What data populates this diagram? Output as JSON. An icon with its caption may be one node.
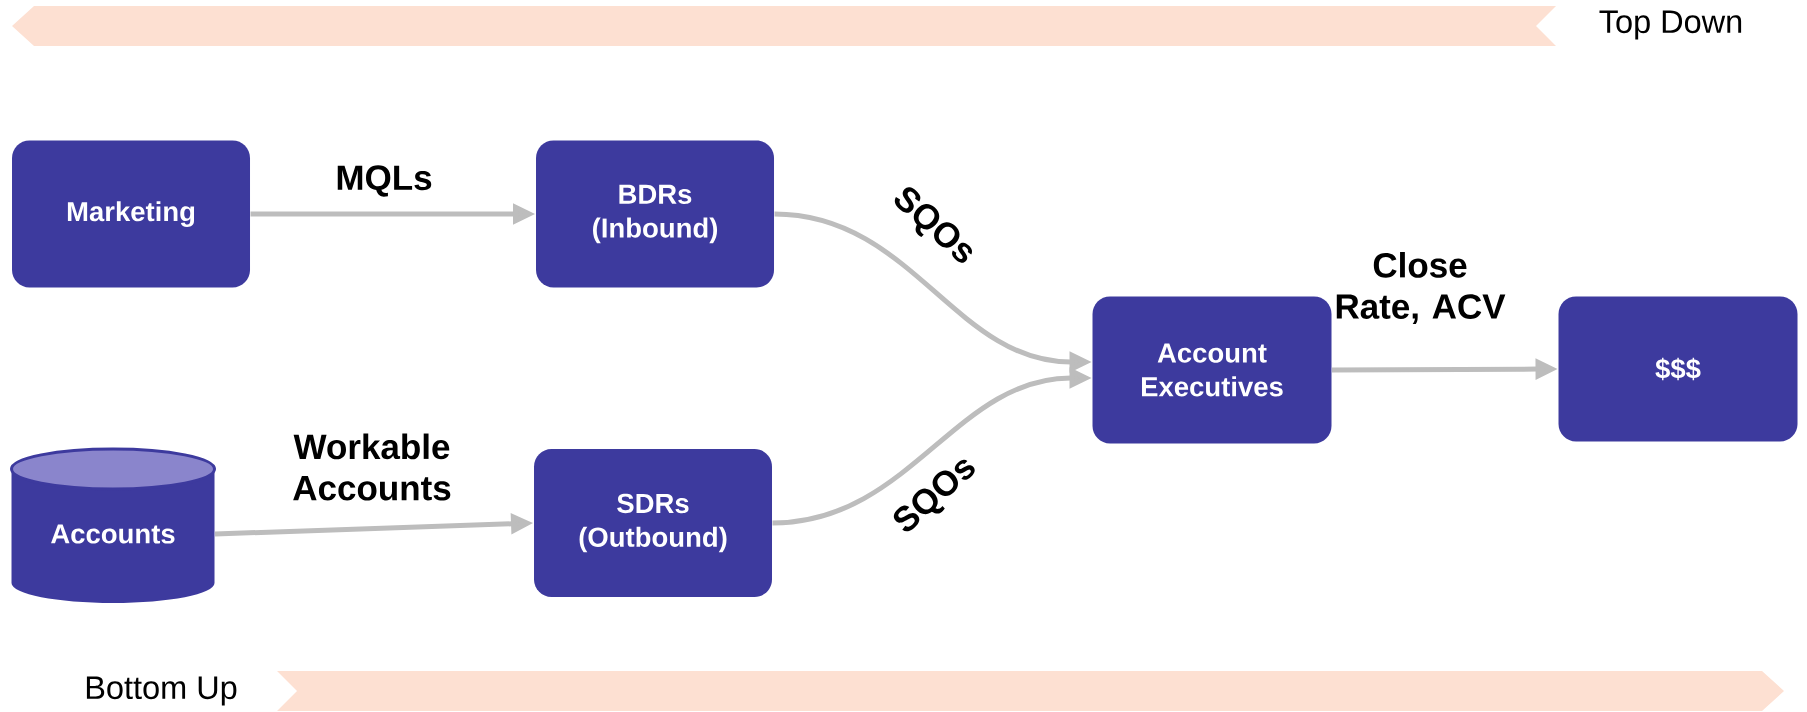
{
  "diagram": {
    "nodes": [
      {
        "text": [
          "Marketing"
        ]
      },
      {
        "text": [
          "BDRs (Inbound)"
        ]
      },
      {
        "text": [
          "Accounts"
        ]
      },
      {
        "text": [
          "SDRs (Outbound)"
        ]
      },
      {
        "text": [
          "Account Executives"
        ]
      },
      {
        "text": [
          "$$$"
        ]
      }
    ],
    "edges": [
      {
        "from": 0,
        "to": 1,
        "arrow": "to",
        "label": "MQLs"
      },
      {
        "from": 2,
        "to": 3,
        "arrow": "to",
        "label": "Workable Accounts"
      },
      {
        "from": 1,
        "to": 4,
        "arrow": "to",
        "label": "SQOs"
      },
      {
        "from": 3,
        "to": 4,
        "arrow": "to",
        "label": "SQOs"
      },
      {
        "from": 4,
        "to": 5,
        "arrow": "to",
        "label": "Close Rate, ACV"
      }
    ],
    "labels": [
      "Top Down",
      "Bottom Up"
    ]
  }
}
